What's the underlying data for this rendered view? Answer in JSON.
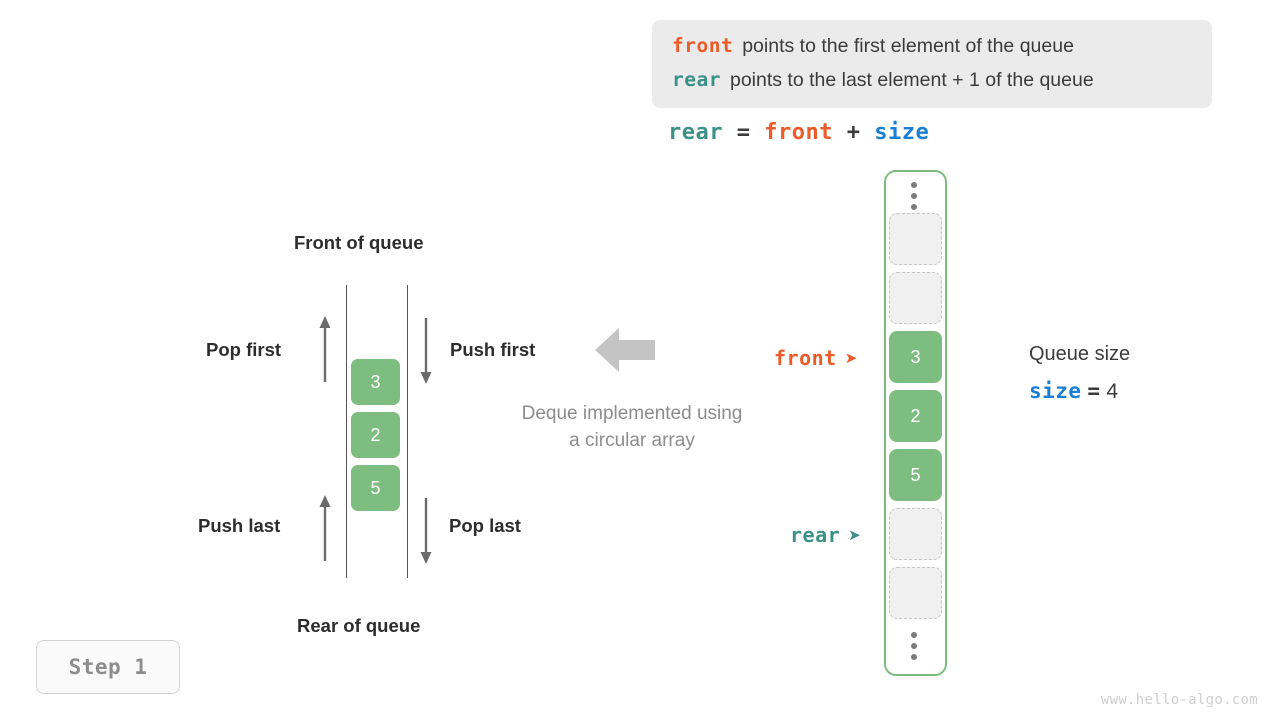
{
  "legend": {
    "line1": {
      "keyword": "front",
      "text": "points to the first element of the queue"
    },
    "line2": {
      "keyword": "rear",
      "text": "points to the last element + 1 of the queue"
    }
  },
  "formula": {
    "lhs": "rear",
    "eq": "=",
    "rhs1": "front",
    "plus": "+",
    "rhs2": "size"
  },
  "deque_diagram": {
    "top_label": "Front of queue",
    "bottom_label": "Rear of queue",
    "pop_first": "Pop first",
    "push_first": "Push first",
    "push_last": "Push last",
    "pop_last": "Pop last",
    "caption_line1": "Deque implemented using",
    "caption_line2": "a circular array",
    "cells": [
      "3",
      "2",
      "5"
    ]
  },
  "array": {
    "top_ellipsis": "⋮",
    "bottom_ellipsis": "⋮",
    "cells": [
      {
        "value": "",
        "state": "empty"
      },
      {
        "value": "",
        "state": "empty"
      },
      {
        "value": "3",
        "state": "filled"
      },
      {
        "value": "2",
        "state": "filled"
      },
      {
        "value": "5",
        "state": "filled"
      },
      {
        "value": "",
        "state": "empty"
      },
      {
        "value": "",
        "state": "empty"
      }
    ],
    "pointers": {
      "front": {
        "label": "front",
        "caret": "➤"
      },
      "rear": {
        "label": "rear",
        "caret": "➤"
      }
    }
  },
  "queue_size": {
    "title": "Queue size",
    "var": "size",
    "eq": "=",
    "value": "4"
  },
  "step": {
    "label": "Step 1"
  },
  "watermark": {
    "text": "www.hello-algo.com"
  },
  "colors": {
    "front": "#ec5b28",
    "rear": "#3a9188",
    "size": "#1a7fd4",
    "cell_fill": "#7ebd80",
    "frame_border": "#7cbd7e",
    "legend_bg": "#ebebeb",
    "muted_text": "#8d8d8d"
  }
}
